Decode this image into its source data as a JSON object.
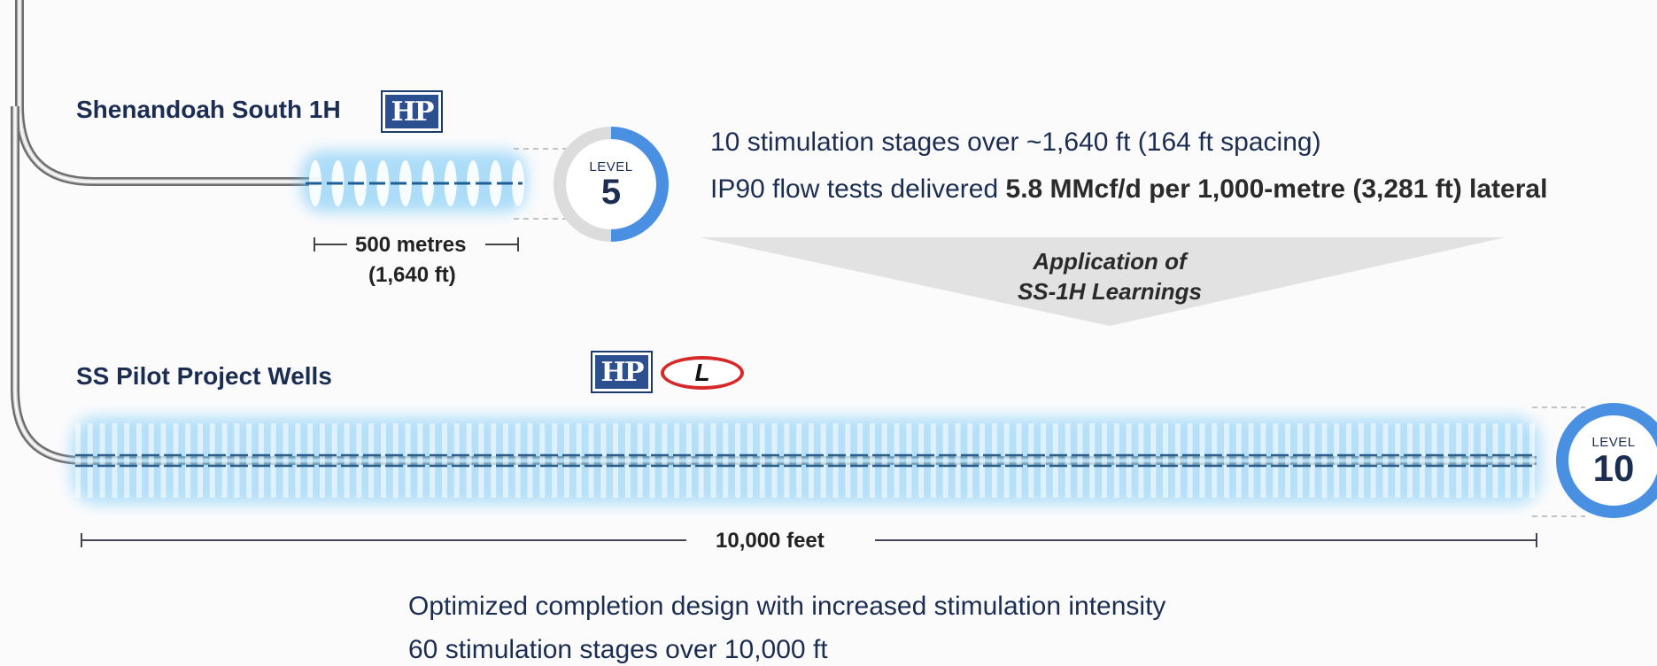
{
  "top_well": {
    "title": "Shenandoah South 1H",
    "logo": "HP",
    "level_word": "LEVEL",
    "level_value": "5",
    "stage_count_drawn": 10,
    "length_label_line1": "500 metres",
    "length_label_line2": "(1,640 ft)",
    "level_ring_fraction": 0.5
  },
  "info": {
    "line1": "10 stimulation stages over ~1,640 ft (164 ft spacing)",
    "line2_prefix": "IP90 flow tests delivered ",
    "line2_bold": "5.8 MMcf/d per 1,000-metre (3,281 ft) lateral"
  },
  "arrow": {
    "line1": "Application of",
    "line2": "SS-1H Learnings"
  },
  "pilot_wells": {
    "title": "SS Pilot Project Wells",
    "logo_hp": "HP",
    "logo_l": "L",
    "level_word": "LEVEL",
    "level_value": "10",
    "stage_count_drawn": 60,
    "length_label": "10,000 feet",
    "level_ring_fraction": 1.0
  },
  "bottom": {
    "line1": "Optimized completion design with increased stimulation intensity",
    "line2": "60 stimulation stages over 10,000 ft"
  },
  "colors": {
    "navy": "#1c2d52",
    "glow_blue": "#2ba8f0",
    "ring_blue": "#4a90e2",
    "ring_gray": "#dcdcdc",
    "pipe_gray": "#7a7a7a",
    "arrow_gray": "#e0e0e0",
    "logo_red": "#d62a2a"
  }
}
